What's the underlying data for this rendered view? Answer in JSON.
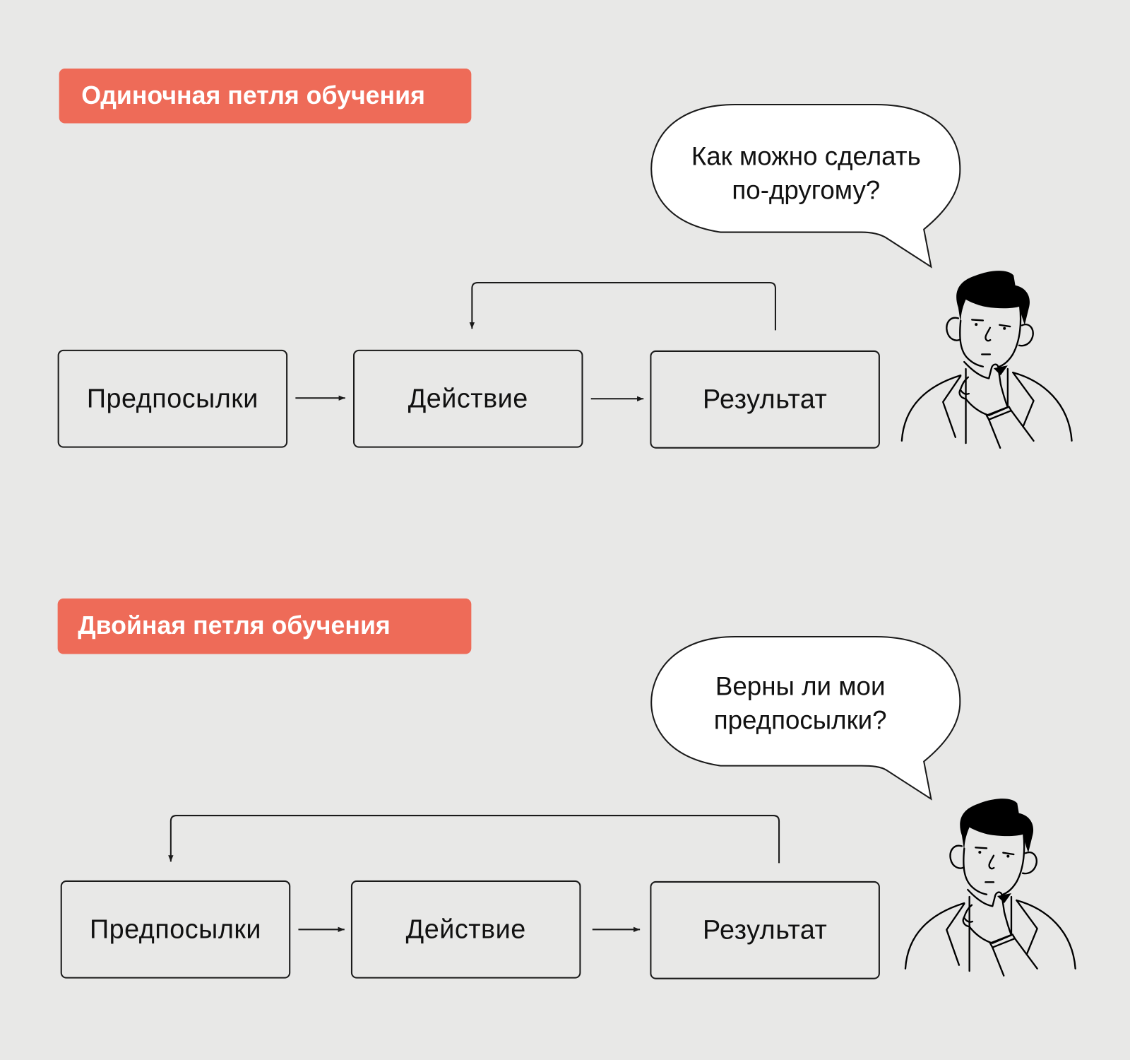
{
  "single_loop": {
    "title": "Одиночная петля обучения",
    "question": [
      "Как можно сделать",
      "по-другому?"
    ],
    "boxes": [
      "Предпосылки",
      "Действие",
      "Результат"
    ]
  },
  "double_loop": {
    "title": "Двойная петля обучения",
    "question": [
      "Верны ли мои",
      "предпосылки?"
    ],
    "boxes": [
      "Предпосылки",
      "Действие",
      "Результат"
    ]
  },
  "colors": {
    "accent": "#ee6b58",
    "background": "#e8e8e7",
    "line": "#1a1a1a"
  }
}
